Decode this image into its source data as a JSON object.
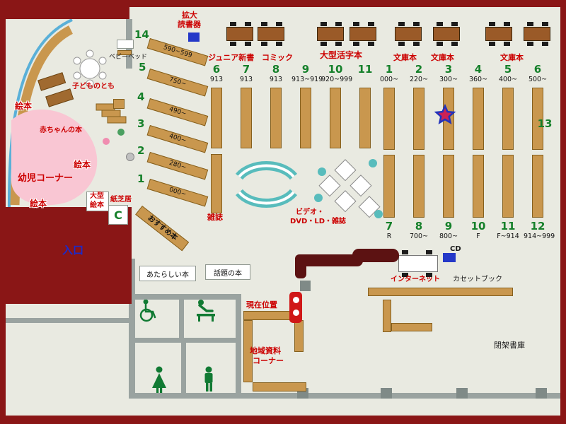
{
  "colors": {
    "wall_maroon": "#8a1616",
    "background": "#e9eae1",
    "shelf_tan": "#c9974e",
    "gray_wall": "#9aa3a0",
    "accent_red": "#cc0000",
    "accent_green": "#15802a",
    "accent_blue": "#1a2acc",
    "teal": "#58bcbc",
    "pink_area": "#f9c6d3",
    "counter_maroon": "#5c1212",
    "marker_red": "#d01818"
  },
  "labels": {
    "kakudai_line1": "拡大",
    "kakudai_line2": "読書器",
    "junior_shinsho": "ジュニア新書",
    "comic": "コミック",
    "ogata_katsuji": "大型活字本",
    "bunkobon": "文庫本",
    "zasshi": "雑誌",
    "video_line1": "ビデオ・",
    "video_line2": "DVD・LD・雑誌",
    "kodomo_no_tomo": "子どものとも",
    "akachan_no_hon": "赤ちゃんの本",
    "youji_corner": "幼児コーナー",
    "ehon": "絵本",
    "ogata_line1": "大型",
    "ogata_line2": "絵本",
    "kamishibai": "紙芝居",
    "copier_c": "C",
    "baby_bed": "ベビーベッド",
    "osusume": "おすすめ本",
    "iriguchi": "入口",
    "atarashii_hon": "あたらしい本",
    "wadai_no_hon": "話題の本",
    "cd": "CD",
    "internet": "インターネット",
    "cassette_book": "カセットブック",
    "genzai_ichi": "現在位置",
    "chiiki_line1": "地域資料",
    "chiiki_line2": "コーナー",
    "heika_shoko": "閉架書庫"
  },
  "sections": {
    "left_diagonal": [
      {
        "number": "14",
        "range": "590~599"
      },
      {
        "number": "5",
        "range": "750~"
      },
      {
        "number": "4",
        "range": "490~"
      },
      {
        "number": "3",
        "range": "400~"
      },
      {
        "number": "2",
        "range": "280~"
      },
      {
        "number": "1",
        "range": "000~"
      }
    ],
    "mid": [
      {
        "number": "6",
        "code": "913"
      },
      {
        "number": "7",
        "code": "913"
      },
      {
        "number": "8",
        "code": "913"
      },
      {
        "number": "9",
        "code": "913~919"
      },
      {
        "number": "10",
        "code": "920~999"
      },
      {
        "number": "11",
        "code": ""
      }
    ],
    "right_top": [
      {
        "number": "1",
        "code": "000~"
      },
      {
        "number": "2",
        "code": "220~"
      },
      {
        "number": "3",
        "code": "300~"
      },
      {
        "number": "4",
        "code": "360~"
      },
      {
        "number": "5",
        "code": "400~"
      },
      {
        "number": "6",
        "code": "500~"
      }
    ],
    "right_bottom": [
      {
        "number": "7",
        "code": "R"
      },
      {
        "number": "8",
        "code": "700~"
      },
      {
        "number": "9",
        "code": "800~"
      },
      {
        "number": "10",
        "code": "F"
      },
      {
        "number": "11",
        "code": "F~914"
      },
      {
        "number": "12",
        "code": "914~999"
      }
    ],
    "thirteen": "13"
  },
  "icons": {
    "star_marker": "star",
    "wheelchair": "wheelchair-figure",
    "baby_changing": "baby-changing-figure",
    "toilet_woman": "woman-figure",
    "toilet_man": "man-figure",
    "magnifier_reader_device": "blue-square",
    "cd_player": "blue-square",
    "current_location": "red-pillar"
  }
}
